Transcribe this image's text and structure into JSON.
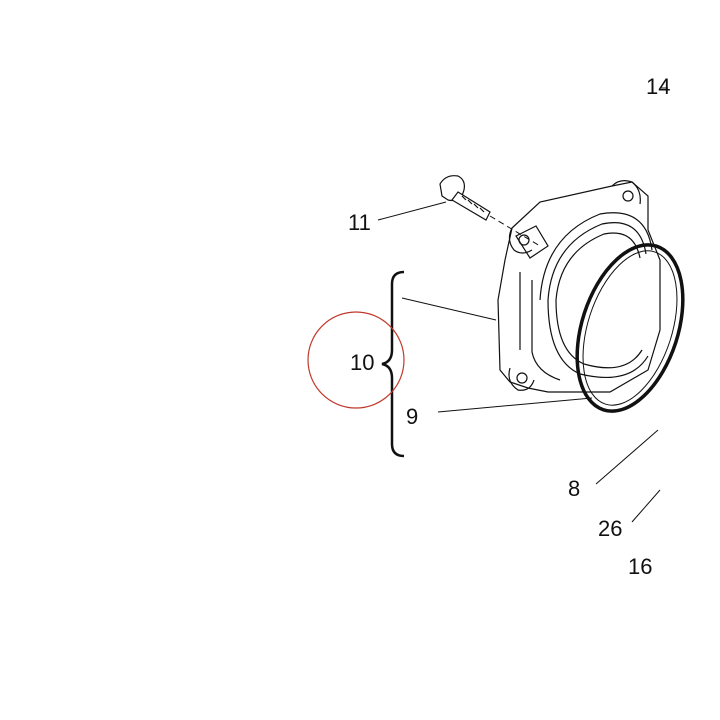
{
  "diagram": {
    "callouts": [
      {
        "id": "14",
        "text": "14"
      },
      {
        "id": "11",
        "text": "11"
      },
      {
        "id": "10",
        "text": "10"
      },
      {
        "id": "9",
        "text": "9"
      },
      {
        "id": "8",
        "text": "8"
      },
      {
        "id": "26",
        "text": "26"
      },
      {
        "id": "16",
        "text": "16"
      }
    ],
    "highlight_color": "#c0392b",
    "line_color": "#111111"
  }
}
